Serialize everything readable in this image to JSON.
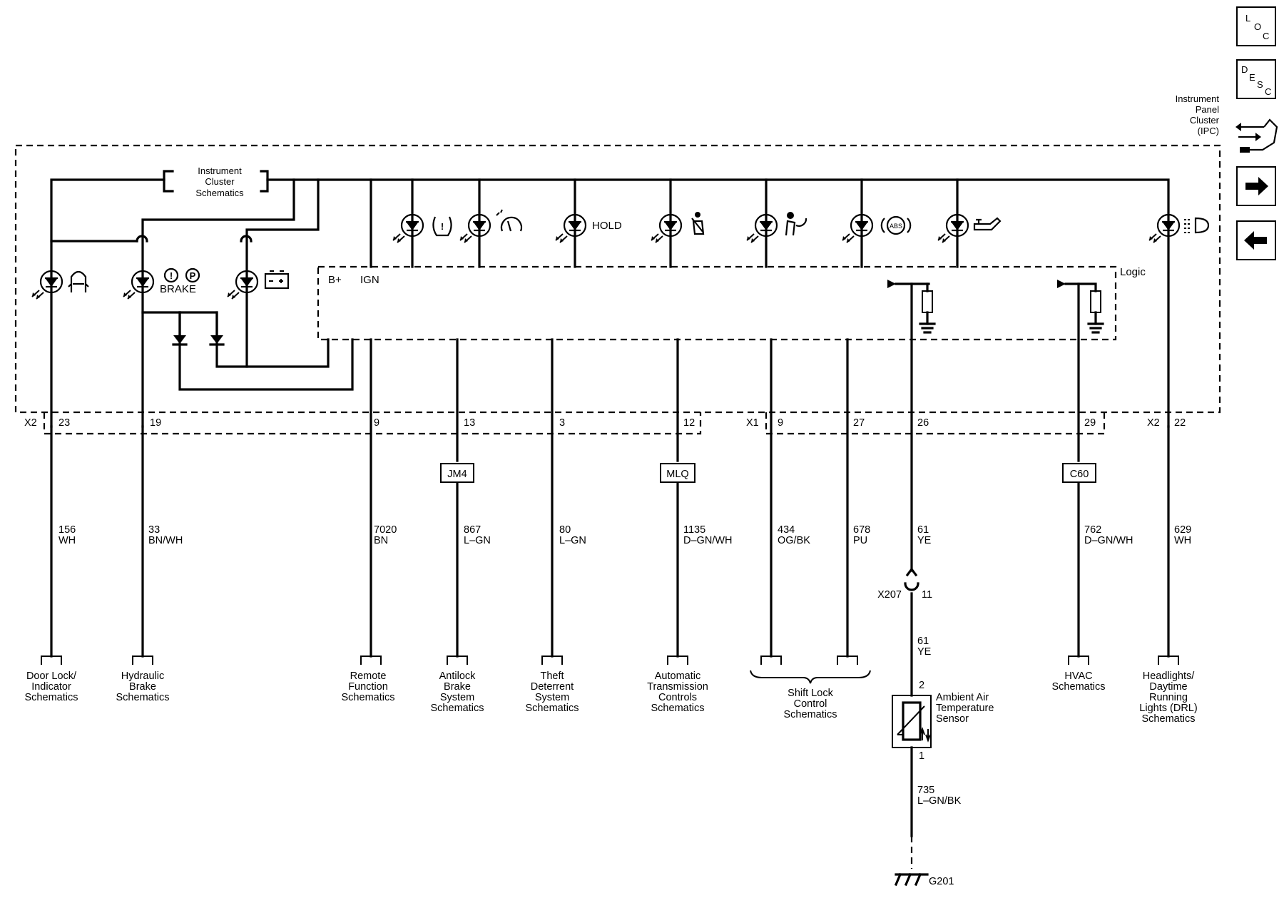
{
  "colors": {
    "ink": "#000000",
    "paper": "#ffffff"
  },
  "nav": {
    "loc": [
      "L",
      "O",
      "C"
    ],
    "desc": [
      "D",
      "E",
      "S",
      "C"
    ],
    "connector_icon": "connector-plug-icon",
    "next_icon": "arrow-right-icon",
    "prev_icon": "arrow-left-icon"
  },
  "module": {
    "name_lines": [
      "Instrument",
      "Panel",
      "Cluster",
      "(IPC)"
    ],
    "cluster_ref_lines": [
      "Instrument",
      "Cluster",
      "Schematics"
    ],
    "bplus": "B+",
    "ign": "IGN",
    "logic": "Logic"
  },
  "indicators": {
    "hold": "HOLD",
    "brake": "BRAKE",
    "abs": "ABS",
    "icons": [
      "door-ajar-icon",
      "brake-warning-icon",
      "battery-icon",
      "tire-pressure-icon",
      "traction-control-off-icon",
      "seatbelt-icon",
      "airbag-icon",
      "abs-icon",
      "oil-pressure-icon",
      "headlamp-icon"
    ]
  },
  "connectors": {
    "x2_left": "X2",
    "x1": "X1",
    "x2_right": "X2",
    "inline": "X207",
    "ground": "G201"
  },
  "pins": {
    "p23": "23",
    "p19": "19",
    "p9a": "9",
    "p13": "13",
    "p3": "3",
    "p12": "12",
    "p9b": "9",
    "p27": "27",
    "p26": "26",
    "p29": "29",
    "p22": "22",
    "x207_pin": "11",
    "sensor_pin2": "2",
    "sensor_pin1": "1"
  },
  "options": {
    "jm4": "JM4",
    "mlq": "MLQ",
    "c60": "C60"
  },
  "wires": {
    "w156": [
      "156",
      "WH"
    ],
    "w33": [
      "33",
      "BN/WH"
    ],
    "w7020": [
      "7020",
      "BN"
    ],
    "w867": [
      "867",
      "L–GN"
    ],
    "w80": [
      "80",
      "L–GN"
    ],
    "w1135": [
      "1135",
      "D–GN/WH"
    ],
    "w434": [
      "434",
      "OG/BK"
    ],
    "w678": [
      "678",
      "PU"
    ],
    "w61a": [
      "61",
      "YE"
    ],
    "w61b": [
      "61",
      "YE"
    ],
    "w762": [
      "762",
      "D–GN/WH"
    ],
    "w629": [
      "629",
      "WH"
    ],
    "w735": [
      "735",
      "L–GN/BK"
    ]
  },
  "sensor": {
    "lines": [
      "Ambient Air",
      "Temperature",
      "Sensor"
    ]
  },
  "destinations": {
    "door_lock": [
      "Door Lock/",
      "Indicator",
      "Schematics"
    ],
    "hydraulic_brake": [
      "Hydraulic",
      "Brake",
      "Schematics"
    ],
    "remote_function": [
      "Remote",
      "Function",
      "Schematics"
    ],
    "antilock_brake": [
      "Antilock",
      "Brake",
      "System",
      "Schematics"
    ],
    "theft_deterrent": [
      "Theft",
      "Deterrent",
      "System",
      "Schematics"
    ],
    "auto_transmission": [
      "Automatic",
      "Transmission",
      "Controls",
      "Schematics"
    ],
    "shift_lock": [
      "Shift Lock",
      "Control",
      "Schematics"
    ],
    "hvac": [
      "HVAC",
      "Schematics"
    ],
    "headlights": [
      "Headlights/",
      "Daytime",
      "Running",
      "Lights (DRL)",
      "Schematics"
    ]
  }
}
